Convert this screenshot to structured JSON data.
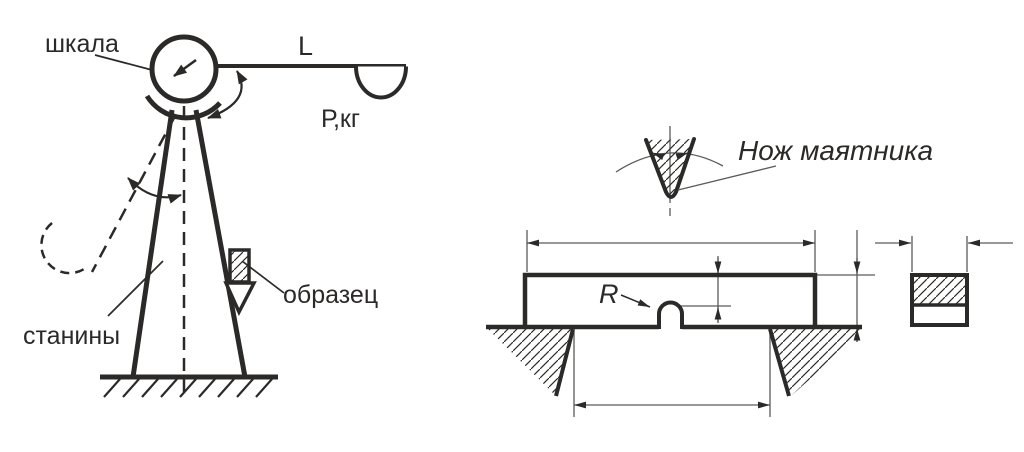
{
  "colors": {
    "ink": "#2b2a29",
    "dimension_line": "#5a5a5a",
    "background": "#ffffff"
  },
  "machine_view": {
    "scale_label": "шкала",
    "arm_length_label": "L",
    "pendulum_weight_label": "Р,кг",
    "frame_label": "станины",
    "specimen_label": "образец"
  },
  "specimen_view": {
    "knife_label": "Нож маятника",
    "notch_radius_label": "R"
  }
}
